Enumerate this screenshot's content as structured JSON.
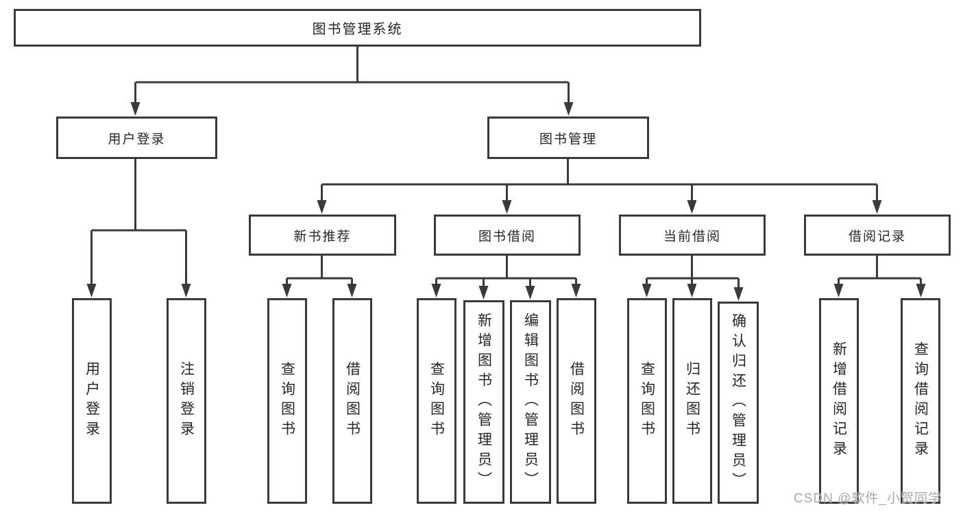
{
  "colors": {
    "background": "#ffffff",
    "line": "#3a3a3a",
    "box_border": "#3a3a3a",
    "box_background": "#ffffff",
    "text": "#262626",
    "watermark": "#a8a8a8"
  },
  "watermark": {
    "text": "CSDN @软件_小贺同学"
  },
  "tree": {
    "label": "图书管理系统",
    "children": [
      {
        "label": "用户登录",
        "children": [
          {
            "label": "用户登录"
          },
          {
            "label": "注销登录"
          }
        ]
      },
      {
        "label": "图书管理",
        "children": [
          {
            "label": "新书推荐",
            "children": [
              {
                "label": "查询图书"
              },
              {
                "label": "借阅图书"
              }
            ]
          },
          {
            "label": "图书借阅",
            "children": [
              {
                "label": "查询图书"
              },
              {
                "label": "新增图书（管理员）"
              },
              {
                "label": "编辑图书（管理员）"
              },
              {
                "label": "借阅图书"
              }
            ]
          },
          {
            "label": "当前借阅",
            "children": [
              {
                "label": "查询图书"
              },
              {
                "label": "归还图书"
              },
              {
                "label": "确认归还（管理员）"
              }
            ]
          },
          {
            "label": "借阅记录",
            "children": [
              {
                "label": "新增借阅记录"
              },
              {
                "label": "查询借阅记录"
              }
            ]
          }
        ]
      }
    ]
  }
}
